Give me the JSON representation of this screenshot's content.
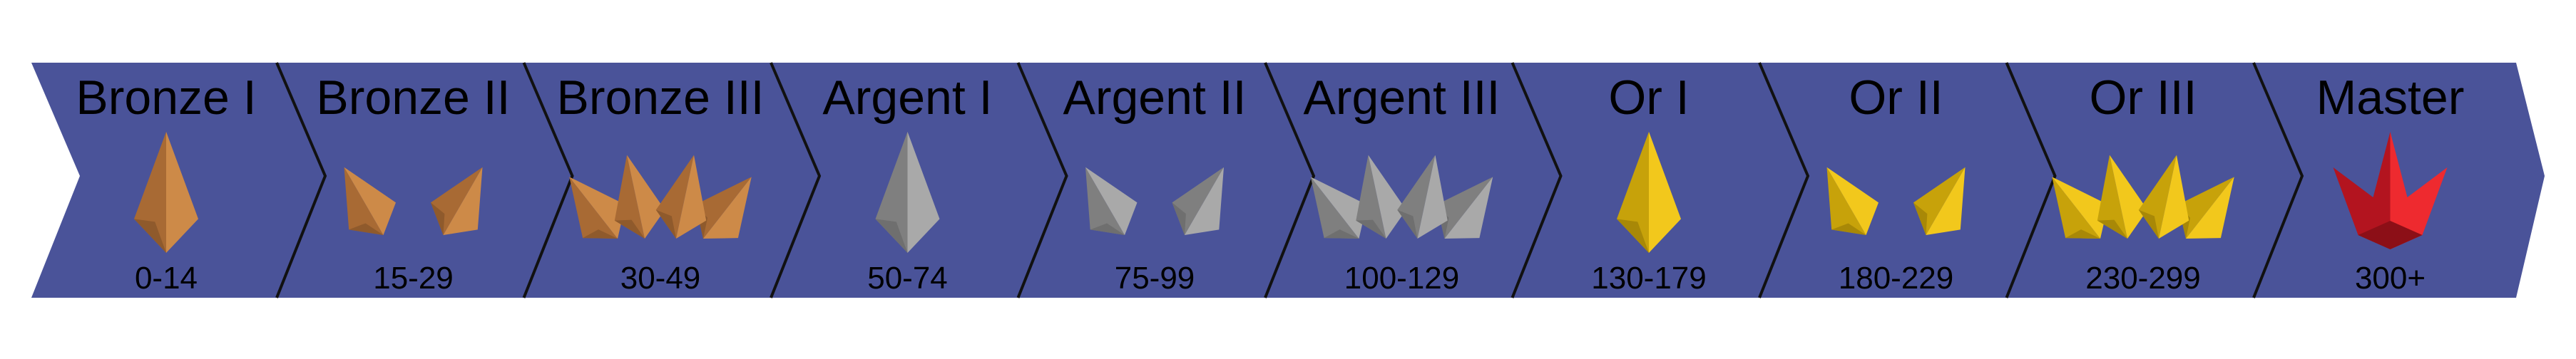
{
  "colors": {
    "banner_fill": "#4a5399",
    "divider": "#111111",
    "text": "#000000",
    "bronze": [
      "#a86a34",
      "#cd8a48",
      "#8f5a2c"
    ],
    "argent": [
      "#7f7f7f",
      "#a9a9a9",
      "#6f6f6f"
    ],
    "or": [
      "#c7a20a",
      "#f2c81c",
      "#a88807"
    ],
    "master": [
      "#b3141f",
      "#ee2a2f",
      "#8c0f17"
    ]
  },
  "ranks": [
    {
      "name": "Bronze I",
      "range": "0-14",
      "tier": "bronze",
      "icon": "single-spike-icon"
    },
    {
      "name": "Bronze II",
      "range": "15-29",
      "tier": "bronze",
      "icon": "double-spike-icon"
    },
    {
      "name": "Bronze III",
      "range": "30-49",
      "tier": "bronze",
      "icon": "triple-spike-icon"
    },
    {
      "name": "Argent I",
      "range": "50-74",
      "tier": "argent",
      "icon": "single-spike-icon"
    },
    {
      "name": "Argent II",
      "range": "75-99",
      "tier": "argent",
      "icon": "double-spike-icon"
    },
    {
      "name": "Argent III",
      "range": "100-129",
      "tier": "argent",
      "icon": "triple-spike-icon"
    },
    {
      "name": "Or I",
      "range": "130-179",
      "tier": "or",
      "icon": "single-spike-icon"
    },
    {
      "name": "Or II",
      "range": "180-229",
      "tier": "or",
      "icon": "double-spike-icon"
    },
    {
      "name": "Or III",
      "range": "230-299",
      "tier": "or",
      "icon": "triple-spike-icon"
    },
    {
      "name": "Master",
      "range": "300+",
      "tier": "master",
      "icon": "crown-icon"
    }
  ]
}
